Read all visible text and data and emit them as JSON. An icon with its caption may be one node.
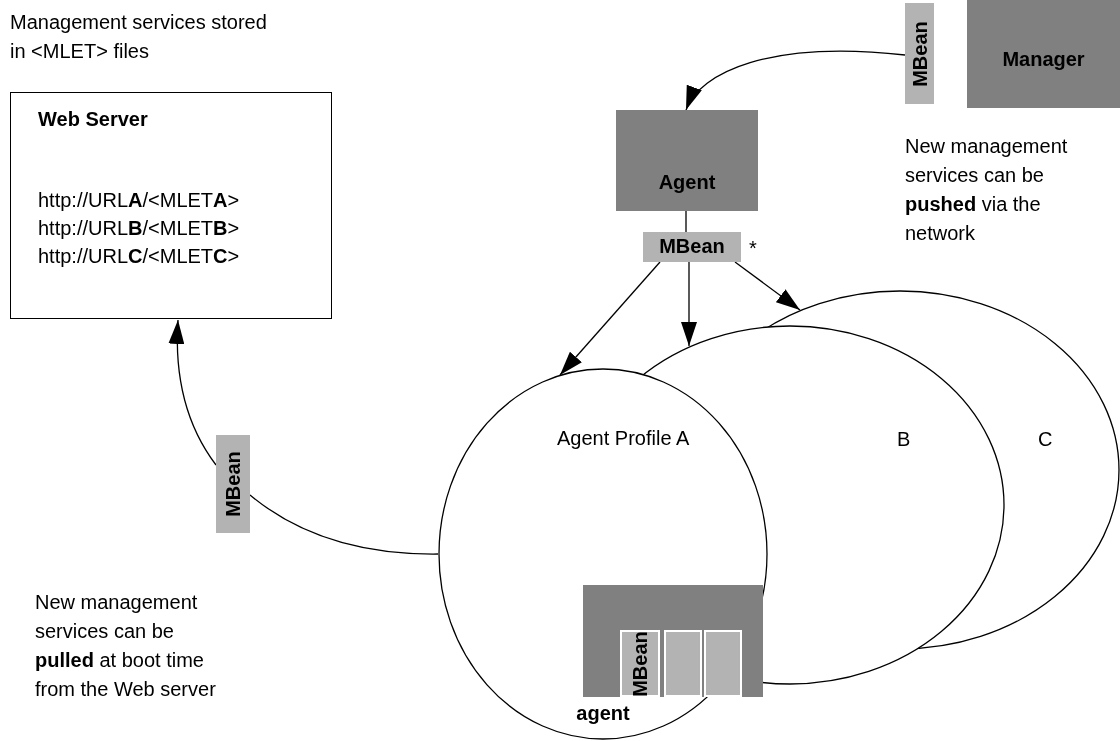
{
  "diagram": {
    "nodes": [
      {
        "text": [
          "Web Server",
          "http://URL**A**/<MLET**A**>",
          "http://URL**B**/<MLET**B**>",
          "http://URL**C**/<MLET**C**>"
        ]
      },
      {
        "text": [
          "MBean"
        ]
      },
      {
        "text": [
          "Manager"
        ]
      },
      {
        "text": [
          "Agent"
        ]
      },
      {
        "text": [
          "MBean"
        ],
        "beside": [
          "*"
        ]
      },
      {
        "text": [
          "Agent Profile A",
          "agent"
        ]
      },
      {
        "text": [],
        "shape": "box",
        "in": 5
      },
      {
        "text": [
          "MBean"
        ],
        "in": 6
      },
      {
        "text": [],
        "shape": "bar",
        "in": 6
      },
      {
        "text": [],
        "shape": "bar",
        "in": 6
      },
      {
        "text": [
          "B"
        ]
      },
      {
        "text": [
          "C"
        ]
      },
      {
        "text": [
          "MBean"
        ]
      }
    ],
    "edges": [
      {
        "from": 1,
        "to": 3,
        "arrow": "to"
      },
      {
        "from": 3,
        "to": 4,
        "arrow": "none"
      },
      {
        "from": 4,
        "to": 5,
        "arrow": "to"
      },
      {
        "from": 4,
        "to": 10,
        "arrow": "to"
      },
      {
        "from": 4,
        "to": 11,
        "arrow": "to"
      },
      {
        "from": 5,
        "to": 12,
        "arrow": "none"
      },
      {
        "from": 12,
        "to": 0,
        "arrow": "to"
      }
    ],
    "labels": [
      "Management services stored in <MLET> files",
      "New management services can be **pushed** via the network",
      "New management services can be **pulled** at boot time from the Web server"
    ]
  }
}
